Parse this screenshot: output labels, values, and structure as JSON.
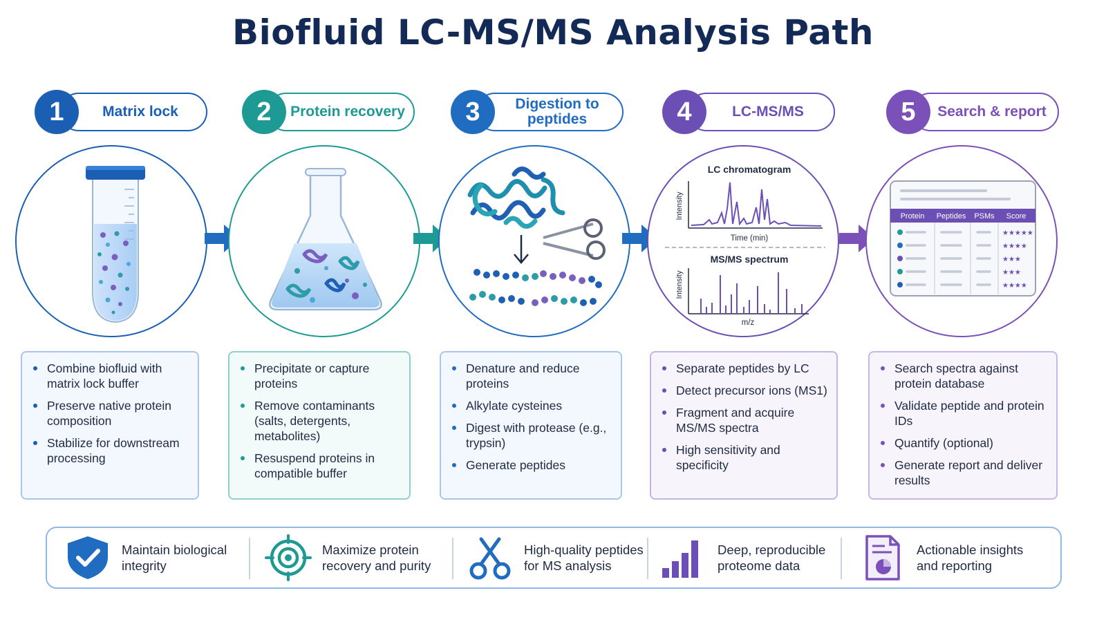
{
  "title": "Biofluid LC-MS/MS Analysis Path",
  "colors": {
    "step1": "#1a5fb4",
    "step2": "#1d9a94",
    "step3": "#1f6cc0",
    "step4": "#6b4fb5",
    "step5": "#7b50b8",
    "title": "#122a55"
  },
  "steps": [
    {
      "number": "1",
      "label": "Matrix lock",
      "bullets": [
        "Combine biofluid with matrix lock buffer",
        "Preserve native protein composition",
        "Stabilize for downstream processing"
      ]
    },
    {
      "number": "2",
      "label": "Protein recovery",
      "bullets": [
        "Precipitate or capture proteins",
        "Remove contaminants (salts, detergents, metabolites)",
        "Resuspend proteins in compatible buffer"
      ]
    },
    {
      "number": "3",
      "label": "Digestion to peptides",
      "bullets": [
        "Denature and reduce proteins",
        "Alkylate cysteines",
        "Digest with protease (e.g., trypsin)",
        "Generate peptides"
      ]
    },
    {
      "number": "4",
      "label": "LC-MS/MS",
      "bullets": [
        "Separate peptides by LC",
        "Detect precursor ions (MS1)",
        "Fragment and acquire MS/MS spectra",
        "High sensitivity and specificity"
      ]
    },
    {
      "number": "5",
      "label": "Search & report",
      "bullets": [
        "Search spectra against protein database",
        "Validate peptide and protein IDs",
        "Quantify (optional)",
        "Generate report and deliver results"
      ]
    }
  ],
  "lc_panel": {
    "chromatogram_title": "LC chromatogram",
    "chromatogram_xlabel": "Time (min)",
    "chromatogram_ylabel": "Intensity",
    "spectrum_title": "MS/MS spectrum",
    "spectrum_xlabel": "m/z",
    "spectrum_ylabel": "Intensity"
  },
  "report_table": {
    "headers": [
      "Protein",
      "Peptides",
      "PSMs",
      "Score"
    ],
    "scores": [
      "★★★★★",
      "★★★★",
      "★★★",
      "★★★",
      "★★★★"
    ]
  },
  "benefits": [
    {
      "icon": "shield-check-icon",
      "text": "Maintain biological integrity"
    },
    {
      "icon": "target-icon",
      "text": "Maximize protein recovery and purity"
    },
    {
      "icon": "scissors-icon",
      "text": "High-quality peptides for MS analysis"
    },
    {
      "icon": "bar-chart-icon",
      "text": "Deep, reproducible proteome data"
    },
    {
      "icon": "report-pie-icon",
      "text": "Actionable insights and reporting"
    }
  ]
}
